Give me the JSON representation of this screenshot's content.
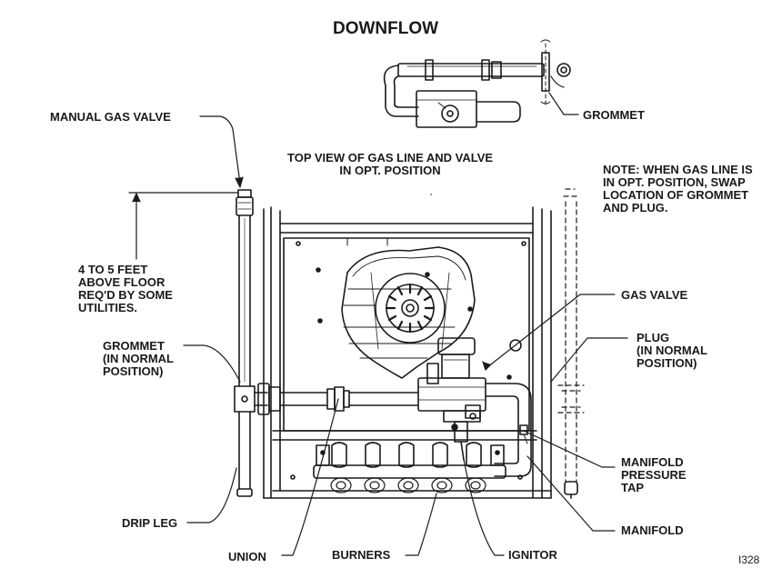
{
  "title": "DOWNFLOW",
  "top_view_caption": [
    "TOP VIEW OF GAS LINE AND VALVE",
    "IN OPT. POSITION"
  ],
  "note": [
    "NOTE: WHEN GAS LINE IS",
    "IN OPT. POSITION, SWAP",
    "LOCATION OF GROMMET",
    "AND PLUG."
  ],
  "labels": {
    "manual_gas_valve": "MANUAL GAS VALVE",
    "height_note": [
      "4 TO 5 FEET",
      "ABOVE FLOOR",
      "REQ'D BY SOME",
      "UTILITIES."
    ],
    "grommet_top": "GROMMET",
    "grommet_normal": [
      "GROMMET",
      "(IN NORMAL",
      "POSITION)"
    ],
    "gas_valve": "GAS VALVE",
    "plug": [
      "PLUG",
      "(IN NORMAL",
      "POSITION)"
    ],
    "manifold_pressure_tap": [
      "MANIFOLD",
      "PRESSURE",
      "TAP"
    ],
    "manifold": "MANIFOLD",
    "drip_leg": "DRIP LEG",
    "union": "UNION",
    "burners": "BURNERS",
    "ignitor": "IGNITOR"
  },
  "figure_id": "I328",
  "colors": {
    "ink": "#1a1a1a",
    "background": "#ffffff"
  }
}
